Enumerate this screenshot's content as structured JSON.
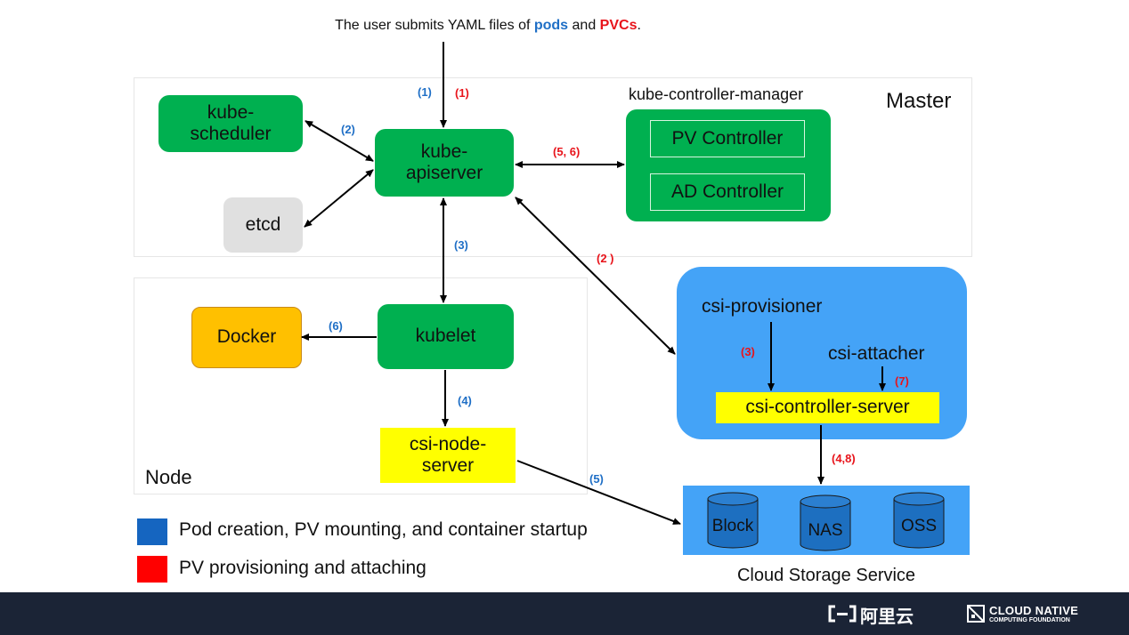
{
  "header": {
    "prefix": "The user submits YAML files of ",
    "pods": "pods",
    "and": " and ",
    "pvcs": "PVCs",
    "suffix": "."
  },
  "master": {
    "title": "Master",
    "kcm_title": "kube-controller-manager",
    "kube_scheduler": "kube-\nscheduler",
    "kube_apiserver": "kube-\napiserver",
    "etcd": "etcd",
    "pv_controller": "PV Controller",
    "ad_controller": "AD Controller"
  },
  "node": {
    "title": "Node",
    "kubelet": "kubelet",
    "docker": "Docker",
    "csi_node_server": "csi-node-\nserver"
  },
  "csi": {
    "provisioner": "csi-provisioner",
    "attacher": "csi-attacher",
    "controller_server": "csi-controller-server"
  },
  "storage": {
    "title": "Cloud Storage Service",
    "items": [
      "Block",
      "NAS",
      "OSS"
    ]
  },
  "steps": {
    "blue_1": "(1)",
    "red_1": "(1)",
    "blue_2": "(2)",
    "red_5_6": "(5, 6)",
    "blue_3": "(3)",
    "red_2": "(2 )",
    "blue_6": "(6)",
    "red_3": "(3)",
    "red_7": "(7)",
    "blue_4": "(4)",
    "blue_5": "(5)",
    "red_4_8": "(4,8)"
  },
  "legend": [
    {
      "label": "Pod creation, PV mounting, and container startup",
      "color": "#1565c0"
    },
    {
      "label": "PV provisioning and attaching",
      "color": "#ff0000"
    }
  ],
  "footer": {
    "aliyun": "阿里云",
    "cncf_line1": "CLOUD NATIVE",
    "cncf_line2": "COMPUTING FOUNDATION"
  },
  "colors": {
    "green": "#00b050",
    "csi_blue": "#44a3f7",
    "yellow": "#ffff00",
    "docker_orange": "#ffc000",
    "etcd_gray": "#e0e0e0",
    "blue_label": "#1f6fc6",
    "red_label": "#e8141b",
    "footer_bg": "#1b2436"
  }
}
